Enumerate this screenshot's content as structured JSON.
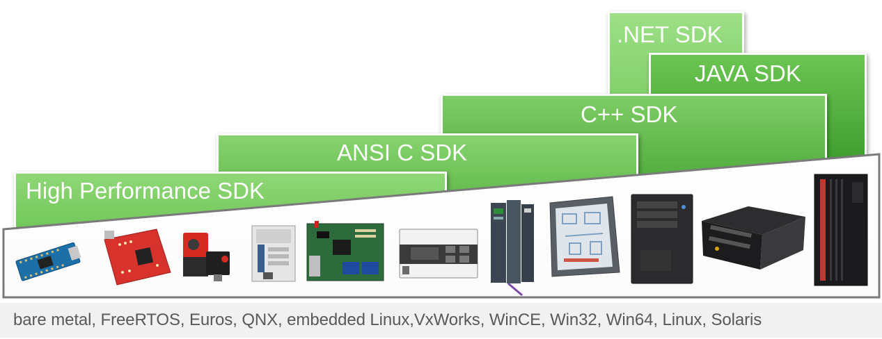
{
  "sdk_layers": {
    "high_performance": "High Performance SDK",
    "ansi_c": "ANSI C SDK",
    "cpp": "C++ SDK",
    "dotnet": ".NET SDK",
    "java": "JAVA SDK"
  },
  "colors": {
    "sdk_green_light": "#8fd777",
    "sdk_green_dark": "#3c9b2d",
    "panel_border": "#7a7a7a",
    "os_bar": "#f1f1f1",
    "os_text": "#595959"
  },
  "devices": [
    "arduino-nano-board-icon",
    "red-microcontroller-board-icon",
    "sensor-module-icon",
    "din-rail-controller-icon",
    "embedded-pcb-board-icon",
    "din-rail-io-module-icon",
    "plc-rack-icon",
    "industrial-touch-panel-icon",
    "tower-pc-icon",
    "rack-server-icon",
    "mainframe-server-icon"
  ],
  "os_list": "bare metal, FreeRTOS, Euros, QNX, embedded Linux,VxWorks, WinCE, Win32, Win64, Linux, Solaris"
}
